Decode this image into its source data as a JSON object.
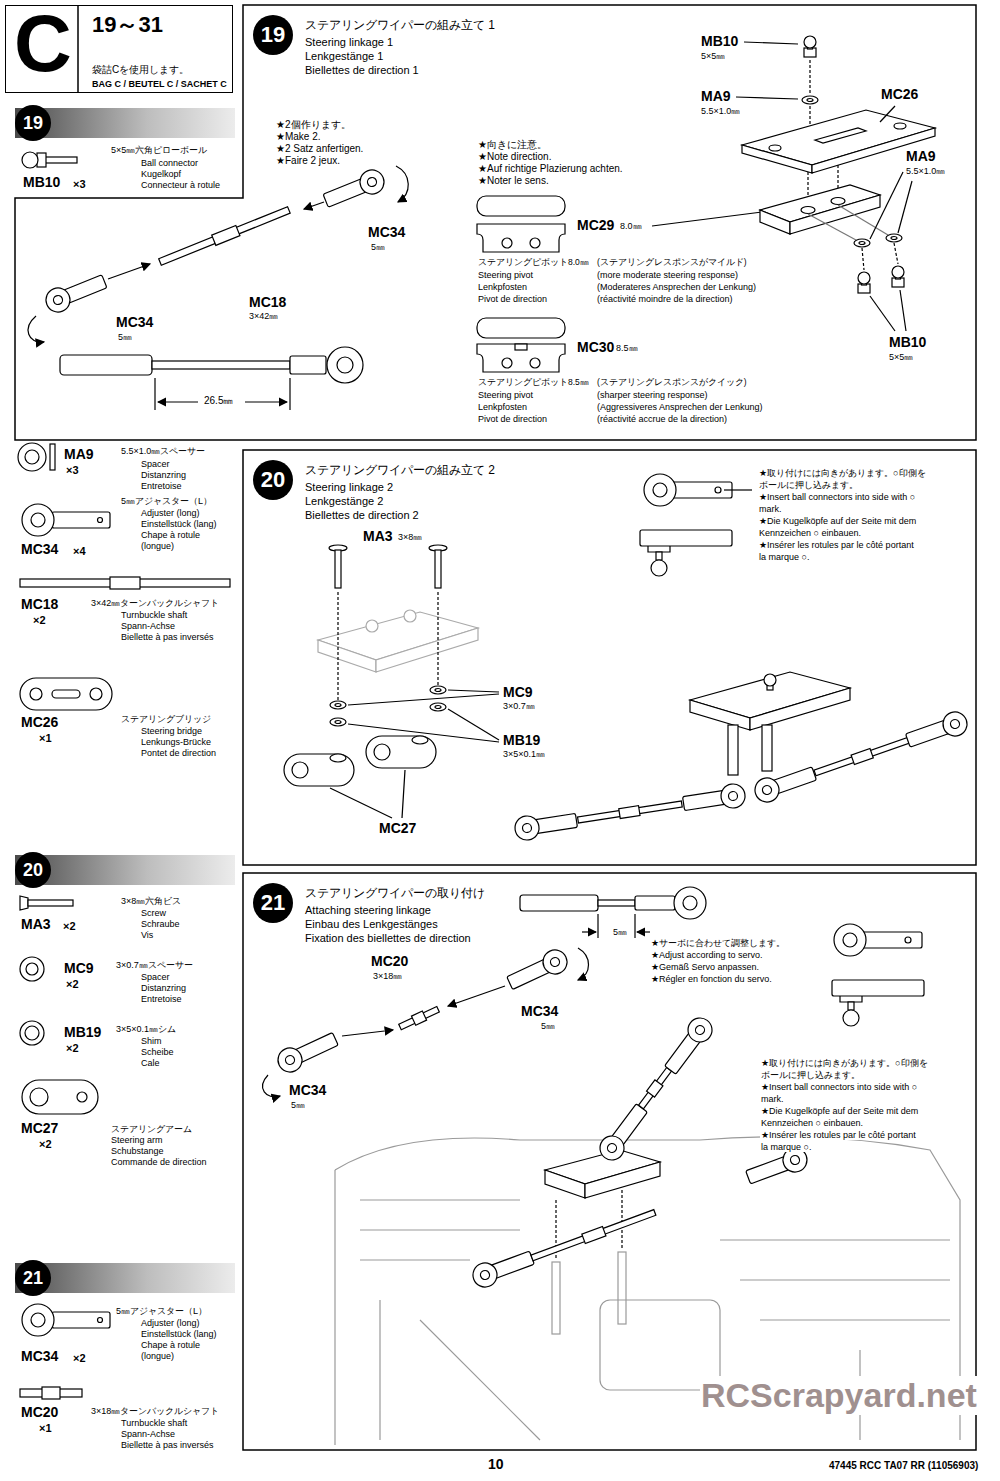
{
  "diagram": {
    "nodes": [
      {
        "text": [
          "C",
          "19～31",
          "袋詰Cを使用します。",
          "BAG C / BEUTEL C / SACHET C"
        ]
      },
      {
        "text": [
          "19"
        ]
      },
      {
        "text": [
          "ステアリングワイパーの組み立て 1",
          "Steering linkage 1",
          "Lenkgestänge 1",
          "Biellettes de direction 1"
        ]
      },
      {
        "text": [
          "19"
        ],
        "in": 2
      },
      {
        "text": [
          "20"
        ]
      },
      {
        "text": [
          "ステアリングワイパーの組み立て 2",
          "Steering linkage 2",
          "Lenkgestänge 2",
          "Biellettes de direction 2"
        ]
      },
      {
        "text": [
          "20"
        ],
        "in": 5
      },
      {
        "text": [
          "21"
        ]
      },
      {
        "text": [
          "ステアリングワイパーの取り付け",
          "Attaching steering linkage",
          "Einbau des Lenkgestänges",
          "Fixation des biellettes de direction"
        ]
      },
      {
        "text": [
          "21"
        ],
        "in": 8
      }
    ],
    "labels": [
      "★2個作ります。",
      "★Make 2.",
      "★2 Satz anfertigen.",
      "★Faire 2 jeux.",
      "MC34",
      "5㎜",
      "MC18",
      "3×42㎜",
      "MC34",
      "5㎜",
      "26.5㎜",
      "★向きに注意。",
      "★Note direction.",
      "★Auf richtige Plazierung achten.",
      "★Noter le sens.",
      "MC29",
      "8.0㎜",
      "ステアリングピボット8.0㎜",
      "(ステアリングレスポンスがマイルド)",
      "Steering pivot",
      "Lenkpfosten",
      "Pivot de direction",
      "(more moderate steering response)",
      "(Moderateres Ansprechen der Lenkung)",
      "(réactivité moindre de la direction)",
      "MC30",
      "8.5㎜",
      "ステアリングピボット8.5㎜",
      "(ステアリングレスポンスがクイック)",
      "Steering pivot",
      "Lenkpfosten",
      "Pivot de direction",
      "(sharper steering response)",
      "(Aggressiveres Ansprechen der Lenkung)",
      "(réactivité accrue de la direction)",
      "MB10",
      "5×5㎜",
      "MA9",
      "5.5×1.0㎜",
      "MC26",
      "MA9",
      "5.5×1.0㎜",
      "MB10",
      "5×5㎜",
      "MB10",
      "×3",
      "5×5㎜六角ピローボール",
      "Ball connector",
      "Kugelkopf",
      "Connecteur à rotule",
      "MA9",
      "×3",
      "5.5×1.0㎜スペーサー",
      "Spacer",
      "Distanzring",
      "Entretoise",
      "MC34",
      "×4",
      "5㎜アジャスター（L）",
      "Adjuster (long)",
      "Einstellstück (lang)",
      "Chape à rotule",
      "(longue)",
      "MC18",
      "×2",
      "3×42㎜ターンバックルシャフト",
      "Turnbuckle shaft",
      "Spann-Achse",
      "Biellette à pas inversés",
      "MC26",
      "×1",
      "ステアリングブリッジ",
      "Steering bridge",
      "Lenkungs-Brücke",
      "Pontet de direction",
      "MA3",
      "×2",
      "3×8㎜六角ビス",
      "Screw",
      "Schraube",
      "Vis",
      "MC9",
      "×2",
      "3×0.7㎜スペーサー",
      "Spacer",
      "Distanzring",
      "Entretoise",
      "MB19",
      "×2",
      "3×5×0.1㎜シム",
      "Shim",
      "Scheibe",
      "Cale",
      "MC27",
      "×2",
      "ステアリングアーム",
      "Steering arm",
      "Schubstange",
      "Commande de direction",
      "MC34",
      "×2",
      "5㎜アジャスター（L）",
      "Adjuster (long)",
      "Einstellstück (lang)",
      "Chape à rotule",
      "(longue)",
      "MC20",
      "×1",
      "3×18㎜ターンバックルシャフト",
      "Turnbuckle shaft",
      "Spann-Achse",
      "Biellette à pas inversés",
      "MA3",
      "3×8㎜",
      "MC9",
      "3×0.7㎜",
      "MB19",
      "3×5×0.1㎜",
      "MC27",
      "★取り付けには向きがあります。○印側を",
      "ボールに押し込みます。",
      "★Insert ball connectors into side with ○",
      "mark.",
      "★Die Kugelköpfe auf der Seite mit dem",
      "Kennzeichen ○ einbauen.",
      "★Insérer les rotules par le côté portant",
      "la marque ○.",
      "MC20",
      "3×18㎜",
      "MC34",
      "5㎜",
      "MC34",
      "5㎜",
      "5㎜",
      "★サーボに合わせて調整します。",
      "★Adjust according to servo.",
      "★Gemäß Servo anpassen.",
      "★Régler en fonction du servo.",
      "★取り付けには向きがあります。○印側を",
      "ボールに押し込みます。",
      "★Insert ball connectors into side with ○",
      "mark.",
      "★Die Kugelköpfe auf der Seite mit dem",
      "Kennzeichen ○ einbauen.",
      "★Insérer les rotules par le côté portant",
      "la marque ○.",
      "10",
      "47445 RCC TA07 RR (11056903)",
      "RCScrapyard.net"
    ]
  }
}
